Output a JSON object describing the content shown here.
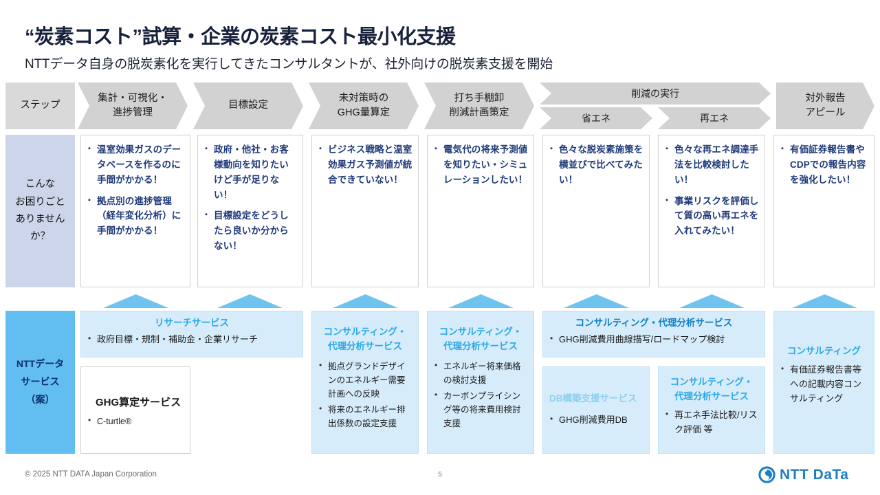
{
  "title": "“炭素コスト”試算・企業の炭素コスト最小化支援",
  "subtitle": "NTTデータ自身の脱炭素化を実行してきたコンサルタントが、社外向けの脱炭素支援を開始",
  "colors": {
    "title_navy": "#17213c",
    "chevron_gray": "#d2d2d2",
    "problem_label_bg": "#ccd5ea",
    "problem_text": "#1f3a7a",
    "service_label_bg": "#62bdf0",
    "service_box_bg": "#d6ecfa",
    "service_title_cyan": "#2aa8e8",
    "arrow_blue": "#6fc3ef",
    "logo_blue": "#1f7ec4"
  },
  "steps": {
    "label": "ステップ",
    "items": [
      {
        "id": "step-aggregate",
        "lines": [
          "集計・可視化・",
          "進捗管理"
        ]
      },
      {
        "id": "step-target",
        "lines": [
          "目標設定"
        ]
      },
      {
        "id": "step-ghg",
        "lines": [
          "未対策時の",
          "GHG量算定"
        ]
      },
      {
        "id": "step-plan",
        "lines": [
          "打ち手棚卸",
          "削減計画策定"
        ]
      },
      {
        "id": "step-report",
        "lines": [
          "対外報告",
          "アピール"
        ]
      }
    ],
    "group": {
      "id": "step-reduction-execution",
      "label": "削減の実行",
      "children": [
        {
          "id": "step-energy-saving",
          "label": "省エネ"
        },
        {
          "id": "step-renewable",
          "label": "再エネ"
        }
      ]
    }
  },
  "problems": {
    "label_lines": [
      "こんな",
      "お困りごと",
      "ありません",
      "か？"
    ],
    "columns": [
      {
        "id": "problem-col-aggregate",
        "bullets": [
          "温室効果ガスのデータベースを作るのに手間がかかる！",
          "拠点別の進捗管理（経年変化分析）に手間がかかる！"
        ]
      },
      {
        "id": "problem-col-target",
        "bullets": [
          "政府・他社・お客様動向を知りたいけど手が足りない！",
          "目標設定をどうしたら良いか分からない！"
        ]
      },
      {
        "id": "problem-col-ghg",
        "bullets": [
          "ビジネス戦略と温室効果ガス予測値が統合できていない！"
        ]
      },
      {
        "id": "problem-col-plan",
        "bullets": [
          "電気代の将来予測値を知りたい・シミュレーションしたい！"
        ]
      },
      {
        "id": "problem-col-energy-saving",
        "bullets": [
          "色々な脱炭素施策を横並びで比べてみたい！"
        ]
      },
      {
        "id": "problem-col-renewable",
        "bullets": [
          "色々な再エネ調達手法を比較検討したい！",
          "事業リスクを評価して質の高い再エネを入れてみたい！"
        ]
      },
      {
        "id": "problem-col-report",
        "bullets": [
          "有価証券報告書やCDPでの報告内容を強化したい！"
        ]
      }
    ]
  },
  "services": {
    "label_lines": [
      "NTTデータ",
      "サービス",
      "（案）"
    ],
    "boxes": [
      {
        "id": "service-research",
        "title": "リサーチサービス",
        "bullets": [
          "政府目標・規制・補助金・企業リサーチ"
        ]
      },
      {
        "id": "service-ghg-calculation",
        "title": "GHG算定サービス",
        "bullets": [
          "C-turtle®"
        ]
      },
      {
        "id": "service-consulting-ghg",
        "title_lines": [
          "コンサルティング・",
          "代理分析サービス"
        ],
        "bullets": [
          "拠点グランドデザインのエネルギー需要計画への反映",
          "将来のエネルギー排出係数の設定支援"
        ]
      },
      {
        "id": "service-consulting-plan",
        "title_lines": [
          "コンサルティング・",
          "代理分析サービス"
        ],
        "bullets": [
          "エネルギー将来価格の検討支援",
          "カーボンプライシング等の将来費用検討支援"
        ]
      },
      {
        "id": "service-consulting-reduction",
        "title": "コンサルティング・代理分析サービス",
        "bullets": [
          "GHG削減費用曲線描写/ロードマップ検討"
        ]
      },
      {
        "id": "service-db-support",
        "title": "DB構築支援サービス",
        "bullets": [
          "GHG削減費用DB"
        ]
      },
      {
        "id": "service-consulting-renewable",
        "title_lines": [
          "コンサルティング・",
          "代理分析サービス"
        ],
        "bullets": [
          "再エネ手法比較/リスク評価 等"
        ]
      },
      {
        "id": "service-consulting-report",
        "title": "コンサルティング",
        "bullets": [
          "有価証券報告書等への記載内容コンサルティング"
        ]
      }
    ]
  },
  "footer": {
    "copyright": "© 2025 NTT DATA Japan Corporation",
    "page_number": "5",
    "logo_text": "NTT DaTa"
  }
}
